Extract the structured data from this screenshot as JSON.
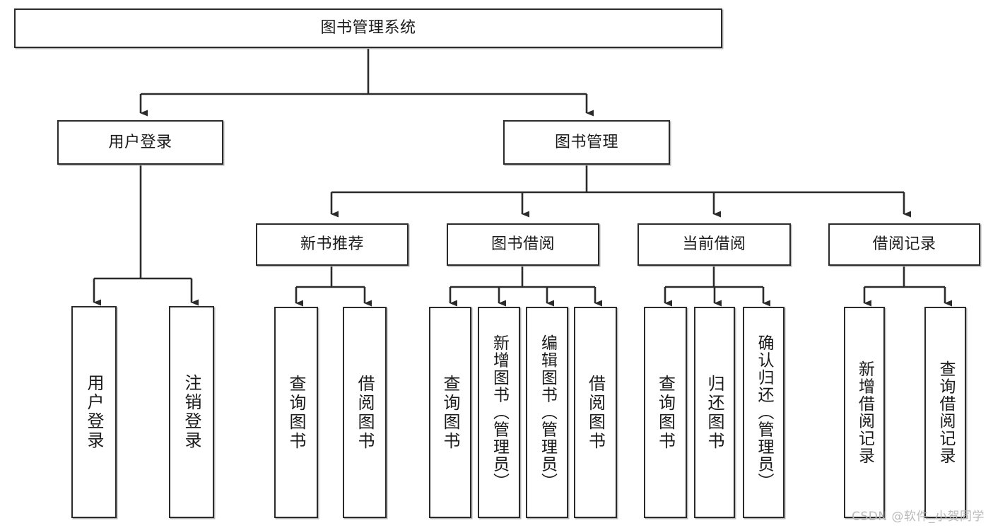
{
  "diagram": {
    "title": "图书管理系统",
    "watermark": "CSDN @软件_小贺同学",
    "colors": {
      "stroke": "#2b2b2b",
      "fill": "#ffffff",
      "text": "#1a1a1a",
      "watermark": "#b9b9b9"
    },
    "root": {
      "label": "图书管理系统"
    },
    "level2": [
      {
        "label": "用户登录"
      },
      {
        "label": "图书管理"
      }
    ],
    "level3": [
      {
        "label": "新书推荐"
      },
      {
        "label": "图书借阅"
      },
      {
        "label": "当前借阅"
      },
      {
        "label": "借阅记录"
      }
    ],
    "leaves": {
      "user_login": [
        {
          "label": "用户登录"
        },
        {
          "label": "注销登录"
        }
      ],
      "new_book": [
        {
          "label": "查询图书"
        },
        {
          "label": "借阅图书"
        }
      ],
      "book_borrow": [
        {
          "label": "查询图书"
        },
        {
          "label": "新增图书（管理员）"
        },
        {
          "label": "编辑图书（管理员）"
        },
        {
          "label": "借阅图书"
        }
      ],
      "current_borrow": [
        {
          "label": "查询图书"
        },
        {
          "label": "归还图书"
        },
        {
          "label": "确认归还（管理员）"
        }
      ],
      "borrow_record": [
        {
          "label": "新增借阅记录"
        },
        {
          "label": "查询借阅记录"
        }
      ]
    }
  }
}
